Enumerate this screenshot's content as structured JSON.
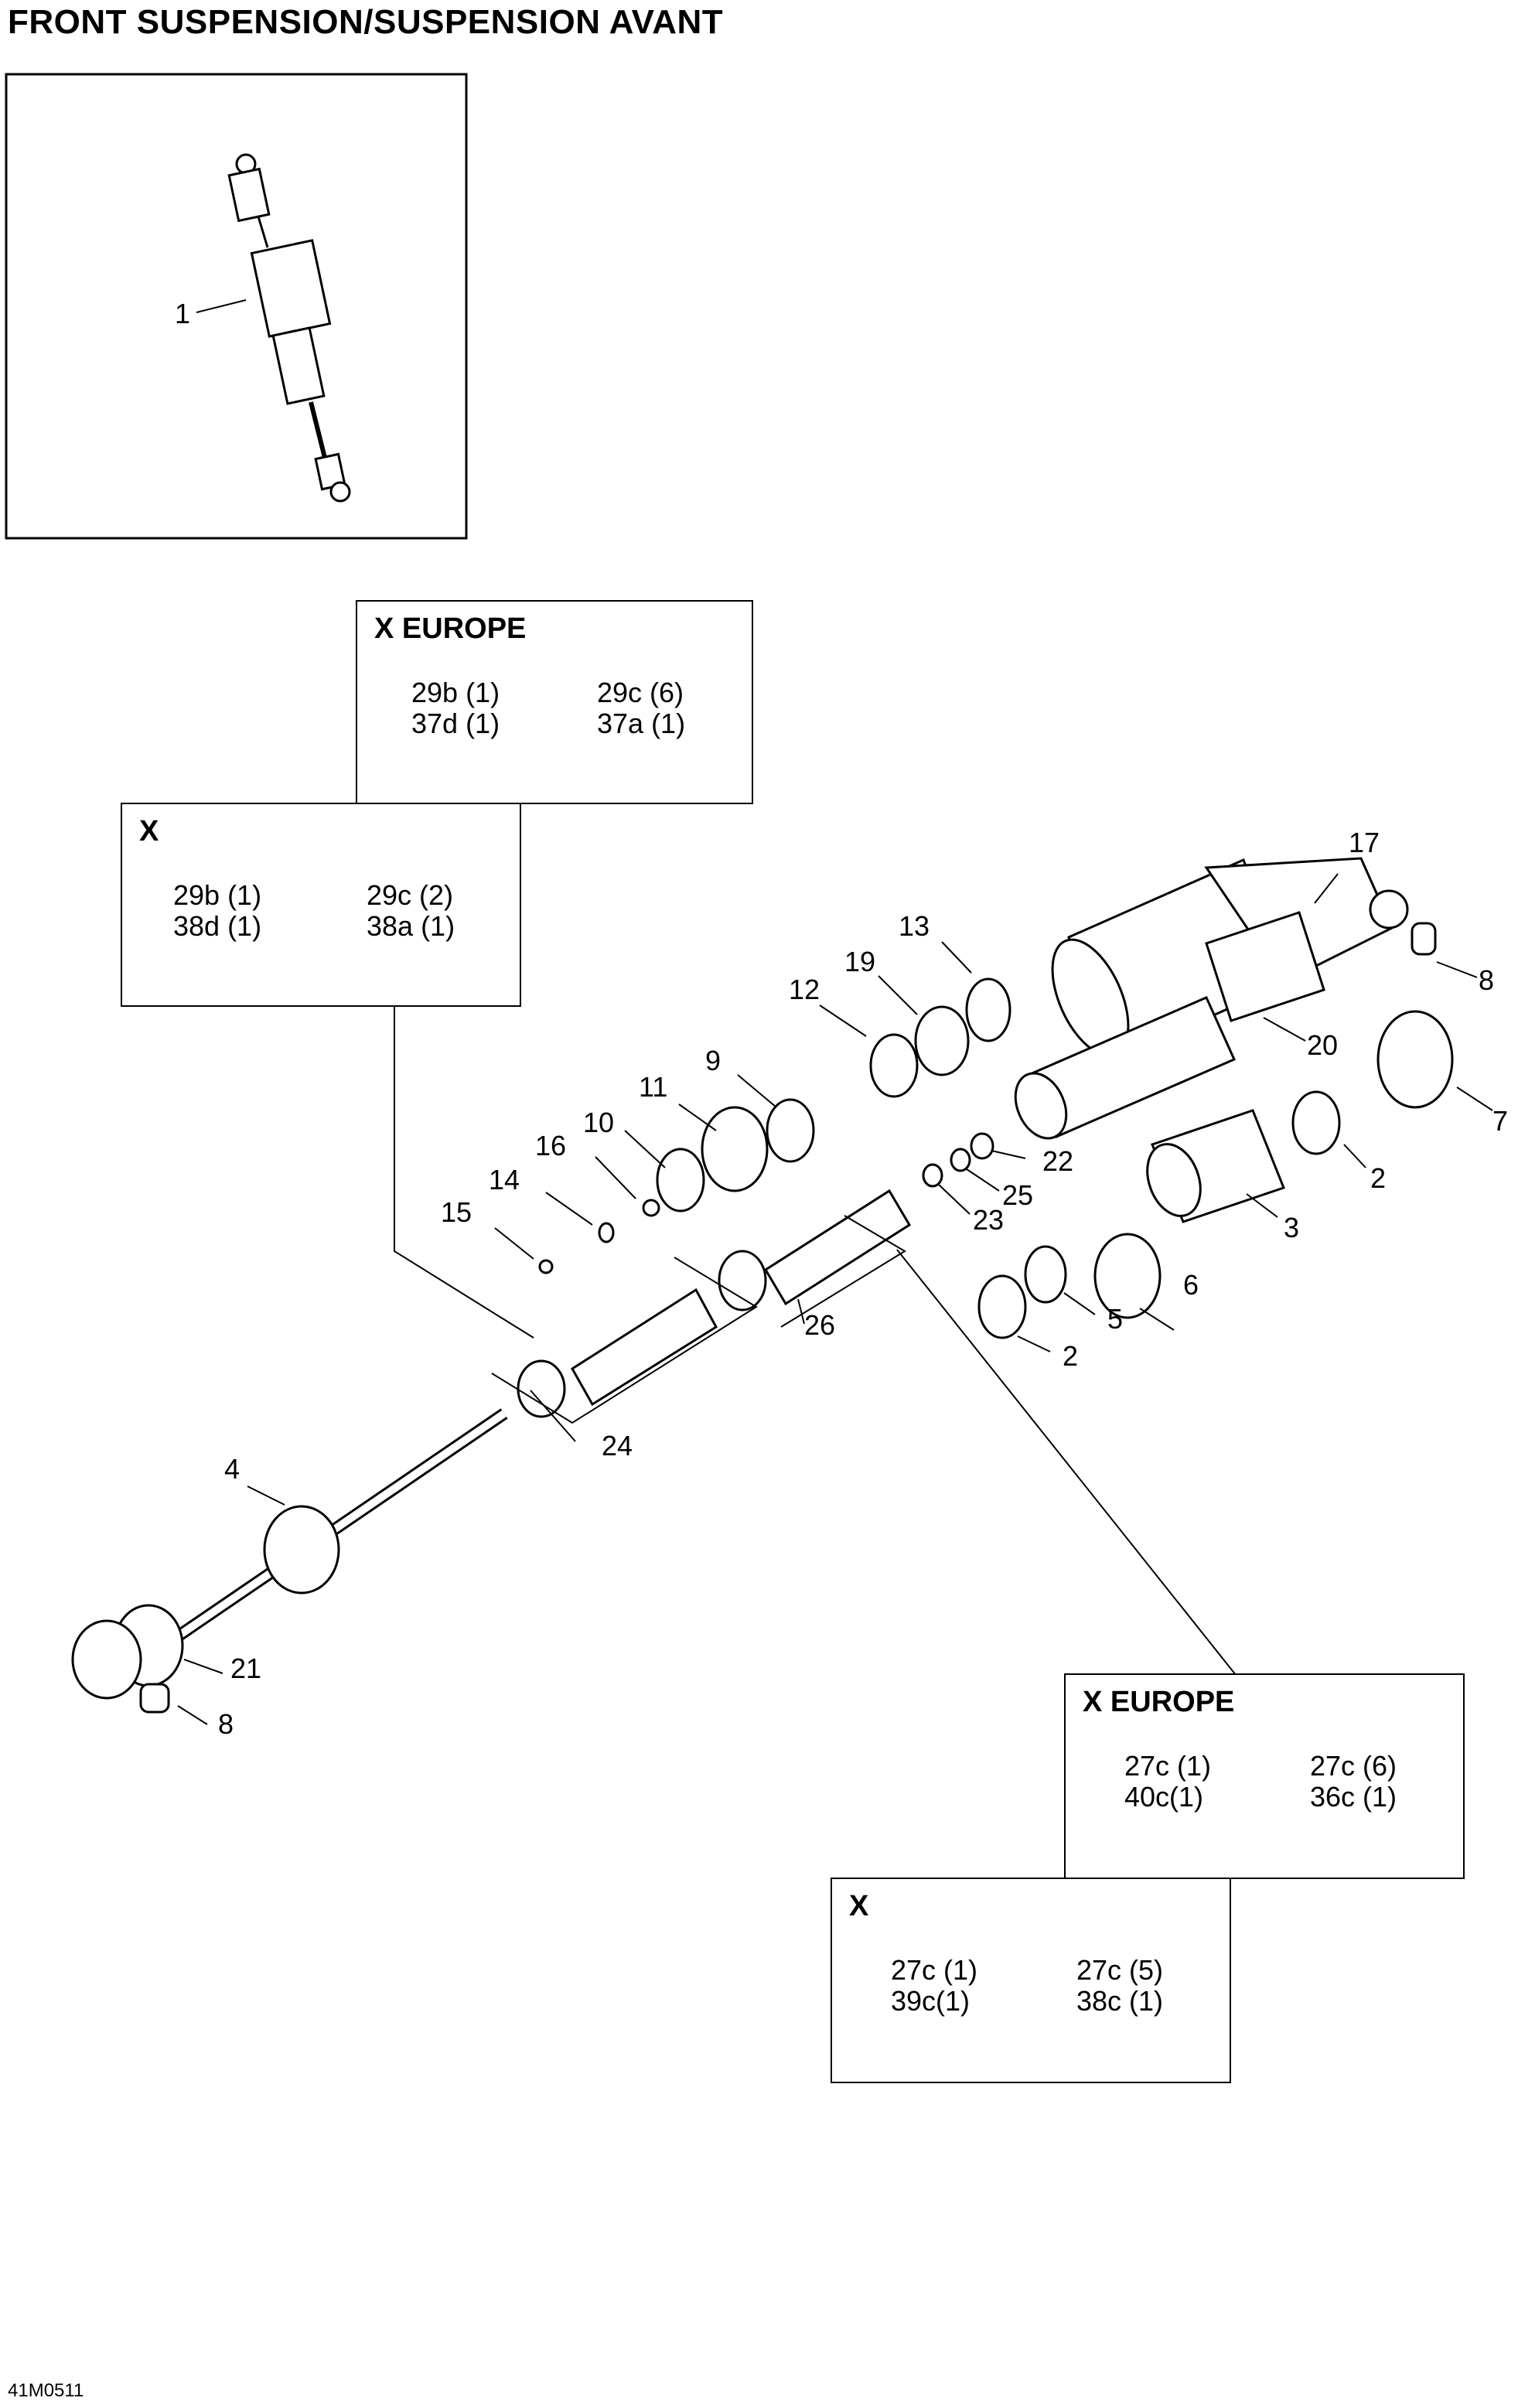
{
  "title": "FRONT SUSPENSION/SUSPENSION AVANT",
  "figure_code": "41M0511",
  "callouts": {
    "c1": "1",
    "c2a": "2",
    "c2b": "2",
    "c3": "3",
    "c4": "4",
    "c5": "5",
    "c6": "6",
    "c7": "7",
    "c8a": "8",
    "c8b": "8",
    "c9": "9",
    "c10": "10",
    "c11": "11",
    "c12": "12",
    "c13": "13",
    "c14": "14",
    "c15": "15",
    "c16": "16",
    "c17": "17",
    "c19": "19",
    "c20": "20",
    "c21": "21",
    "c22": "22",
    "c23": "23",
    "c24": "24",
    "c25": "25",
    "c26": "26"
  },
  "boxes": {
    "box_a": {
      "heading": "X EUROPE",
      "rows": [
        [
          "29b (1)",
          "29c (6)"
        ],
        [
          "37d (1)",
          "37a (1)"
        ]
      ]
    },
    "box_b": {
      "heading": "X",
      "rows": [
        [
          "29b (1)",
          "29c (2)"
        ],
        [
          "38d (1)",
          "38a (1)"
        ]
      ]
    },
    "box_c": {
      "heading": "X EUROPE",
      "rows": [
        [
          "27c (1)",
          "27c (6)"
        ],
        [
          "40c(1)",
          "36c (1)"
        ]
      ]
    },
    "box_d": {
      "heading": "X",
      "rows": [
        [
          "27c (1)",
          "27c (5)"
        ],
        [
          "39c(1)",
          "38c (1)"
        ]
      ]
    }
  }
}
